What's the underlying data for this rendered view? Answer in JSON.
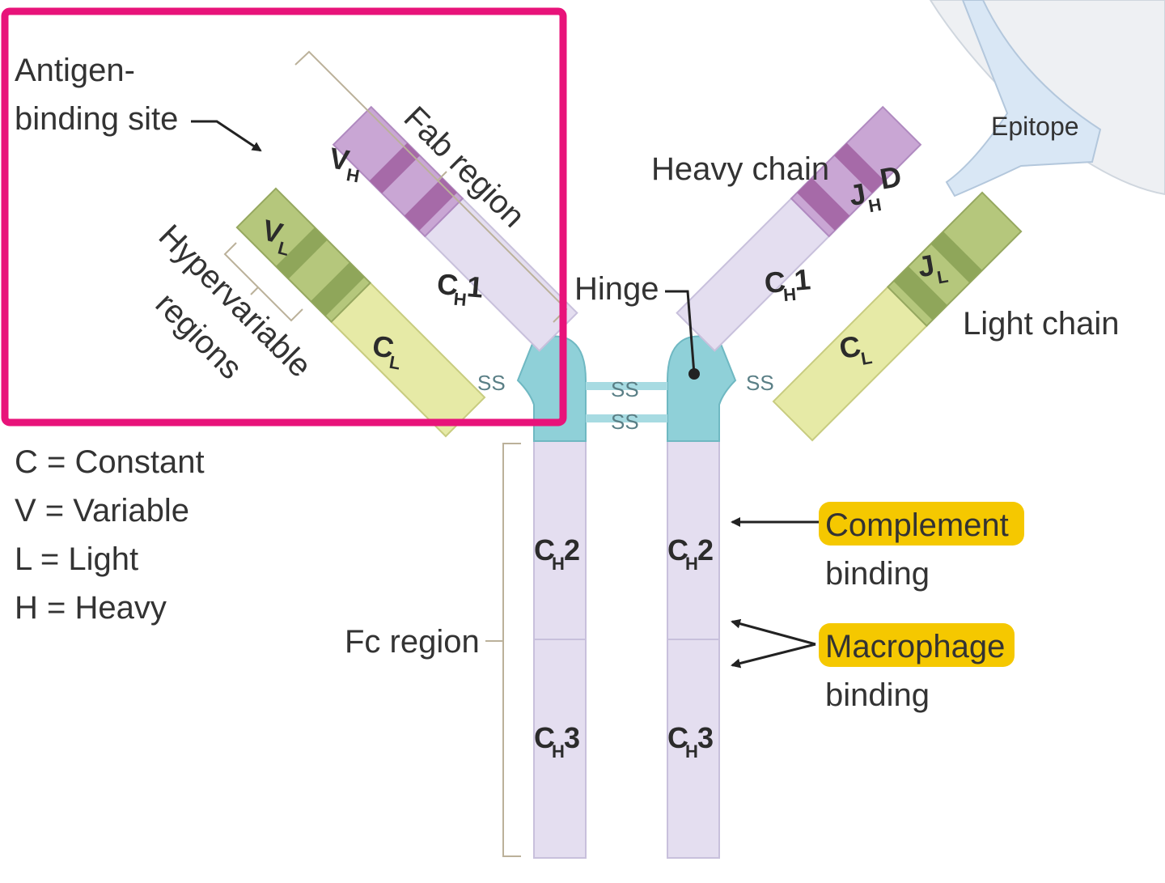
{
  "labels": {
    "antigen_line1": "Antigen-",
    "antigen_line2": "binding site",
    "fab_region": "Fab region",
    "hypervariable_line1": "Hypervariable",
    "hypervariable_line2": "regions",
    "heavy_chain": "Heavy chain",
    "light_chain": "Light chain",
    "epitope": "Epitope",
    "hinge": "Hinge",
    "fc_region": "Fc region",
    "complement": "Complement",
    "complement_binding": "binding",
    "macrophage": "Macrophage",
    "macrophage_binding": "binding"
  },
  "legend": [
    "C = Constant",
    "V = Variable",
    "L  = Light",
    "H = Heavy"
  ],
  "segments": {
    "c": "C",
    "v": "V",
    "j": "J",
    "d": "D",
    "h": "H",
    "l": "L",
    "one": "1",
    "two": "2",
    "three": "3",
    "ss": "SS"
  },
  "colors": {
    "highlight_box": "#e8137a",
    "heavy_constant": "#e4def0",
    "heavy_variable": "#c9a6d4",
    "heavy_variable_band": "#a66aa8",
    "light_constant": "#e6eaa6",
    "light_variable": "#b5c77c",
    "light_variable_band": "#8fa65a",
    "hinge": "#8fd0d8",
    "label_highlight": "#f5c800"
  }
}
